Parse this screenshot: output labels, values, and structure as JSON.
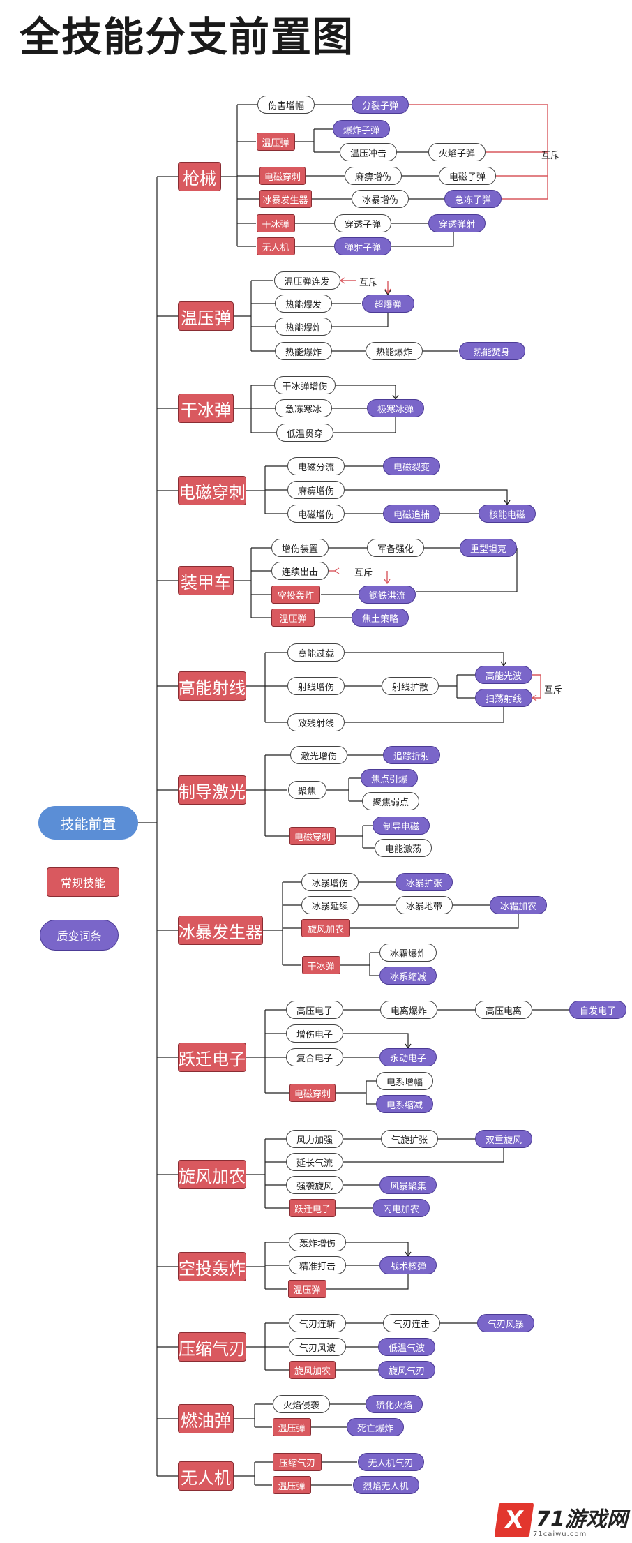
{
  "title": "全技能分支前置图",
  "legend": {
    "root": "技能前置",
    "regular": "常规技能",
    "quality": "质变词条"
  },
  "exclusive_label": "互斥",
  "colors": {
    "regular": "#d9595f",
    "quality": "#7a66c9",
    "root": "#5b8ed6",
    "exclusive_line": "#d9595f"
  },
  "categories": {
    "c1": "枪械",
    "c2": "温压弹",
    "c3": "干冰弹",
    "c4": "电磁穿刺",
    "c5": "装甲车",
    "c6": "高能射线",
    "c7": "制导激光",
    "c8": "冰暴发生器",
    "c9": "跃迁电子",
    "c10": "旋风加农",
    "c11": "空投轰炸",
    "c12": "压缩气刃",
    "c13": "燃油弹",
    "c14": "无人机"
  },
  "nodes": {
    "g1a": "伤害增幅",
    "g1b": "分裂子弹",
    "g2a": "温压弹",
    "g2b": "爆炸子弹",
    "g2c": "温压冲击",
    "g2d": "火焰子弹",
    "g3a": "电磁穿刺",
    "g3b": "麻痹增伤",
    "g3c": "电磁子弹",
    "g4a": "冰暴发生器",
    "g4b": "冰暴增伤",
    "g4c": "急冻子弹",
    "g5a": "干冰弹",
    "g5b": "穿透子弹",
    "g5c": "穿透弹射",
    "g6a": "无人机",
    "g6b": "弹射子弹",
    "t1": "温压弹连发",
    "t2": "热能爆发",
    "t3": "超爆弹",
    "t4": "热能爆炸",
    "t5": "热能爆炸",
    "t6": "热能爆炸",
    "t7": "热能焚身",
    "i1": "干冰弹增伤",
    "i2": "急冻寒冰",
    "i3": "极寒冰弹",
    "i4": "低温贯穿",
    "e1": "电磁分流",
    "e2": "电磁裂变",
    "e3": "麻痹增伤",
    "e4": "电磁增伤",
    "e5": "电磁追捕",
    "e6": "核能电磁",
    "a1": "增伤装置",
    "a2": "军备强化",
    "a3": "重型坦克",
    "a4": "连续出击",
    "a5": "空投轰炸",
    "a6": "钢铁洪流",
    "a7": "温压弹",
    "a8": "焦土策略",
    "r1": "高能过载",
    "r2": "射线增伤",
    "r3": "射线扩散",
    "r4": "高能光波",
    "r5": "扫荡射线",
    "r6": "致残射线",
    "l1": "激光增伤",
    "l2": "追踪折射",
    "l3": "聚焦",
    "l4": "焦点引爆",
    "l5": "聚焦弱点",
    "l6": "电磁穿刺",
    "l7": "制导电磁",
    "l8": "电能激荡",
    "b1": "冰暴增伤",
    "b2": "冰暴扩张",
    "b3": "冰暴延续",
    "b4": "冰暴地带",
    "b5": "冰霜加农",
    "b6": "旋风加农",
    "b7": "干冰弹",
    "b8": "冰霜爆炸",
    "b9": "冰系缩减",
    "j1": "高压电子",
    "j2": "电离爆炸",
    "j3": "高压电离",
    "j4": "自发电子",
    "j5": "增伤电子",
    "j6": "复合电子",
    "j7": "永动电子",
    "j8": "电磁穿刺",
    "j9": "电系增幅",
    "j10": "电系缩减",
    "w1": "风力加强",
    "w2": "气旋扩张",
    "w3": "双重旋风",
    "w4": "延长气流",
    "w5": "强袭旋风",
    "w6": "风暴聚集",
    "w7": "跃迁电子",
    "w8": "闪电加农",
    "k1": "轰炸增伤",
    "k2": "精准打击",
    "k3": "战术核弹",
    "k4": "温压弹",
    "q1": "气刃连斩",
    "q2": "气刃连击",
    "q3": "气刃风暴",
    "q4": "气刃风波",
    "q5": "低温气波",
    "q6": "旋风加农",
    "q7": "旋风气刃",
    "f1": "火焰侵袭",
    "f2": "硫化火焰",
    "f3": "温压弹",
    "f4": "死亡爆炸",
    "d1": "压缩气刃",
    "d2": "无人机气刃",
    "d3": "温压弹",
    "d4": "烈焰无人机"
  },
  "logo": {
    "mark": "X",
    "text": "71游戏网",
    "url": "71caiwu.com"
  }
}
